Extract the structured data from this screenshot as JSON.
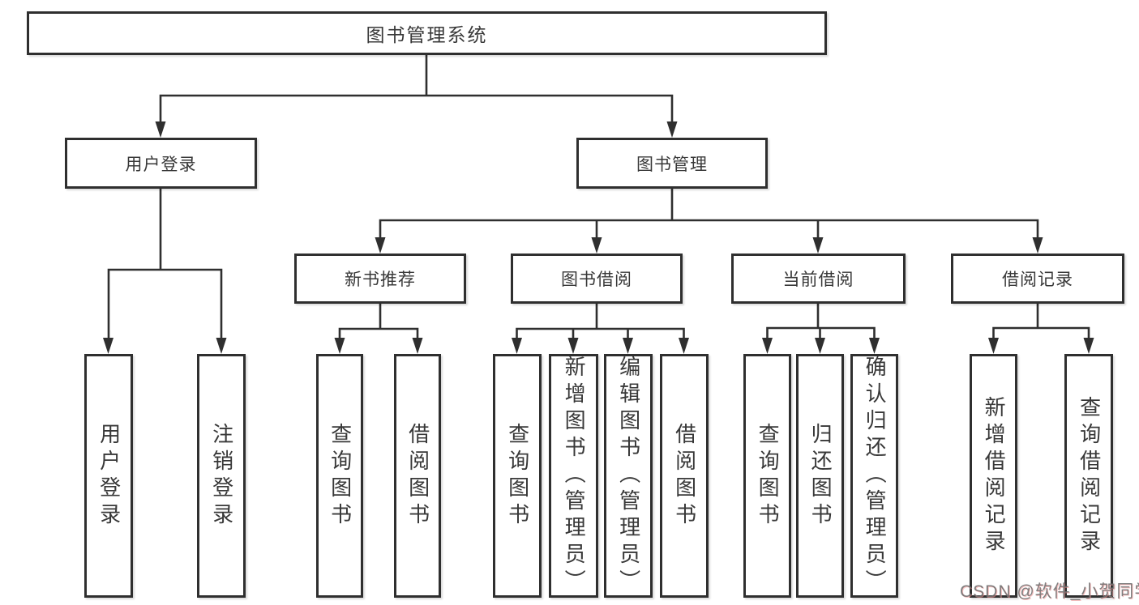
{
  "diagram": {
    "title": "图书管理系统",
    "branches": [
      {
        "label": "用户登录",
        "children": [
          "用户登录",
          "注销登录"
        ]
      },
      {
        "label": "图书管理",
        "sections": [
          {
            "label": "新书推荐",
            "children": [
              "查询图书",
              "借阅图书"
            ]
          },
          {
            "label": "图书借阅",
            "children": [
              "查询图书",
              "新增图书（管理员）",
              "编辑图书（管理员）",
              "借阅图书"
            ]
          },
          {
            "label": "当前借阅",
            "children": [
              "查询图书",
              "归还图书",
              "确认归还（管理员）"
            ]
          },
          {
            "label": "借阅记录",
            "children": [
              "新增借阅记录",
              "查询借阅记录"
            ]
          }
        ]
      }
    ]
  },
  "watermark": {
    "text": "CSDN @软件_小贺同学",
    "color": "#8c6e6e"
  },
  "colors": {
    "line": "#2f2f2f",
    "box_border": "#2f2f2f",
    "text": "#383838",
    "background": "#ffffff"
  }
}
